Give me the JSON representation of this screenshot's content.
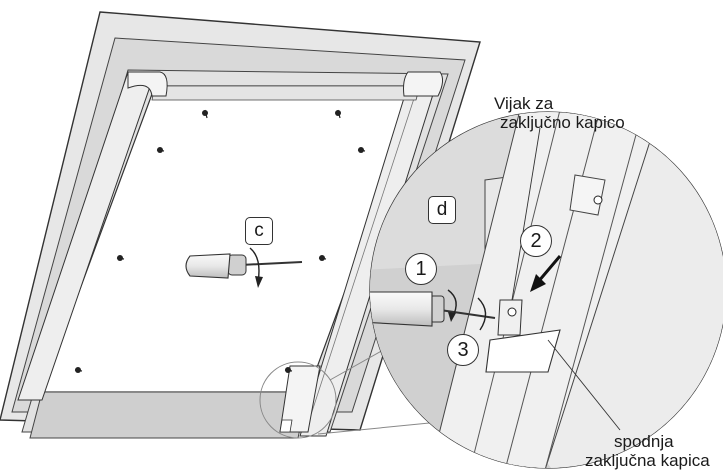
{
  "labels": {
    "step_c": "c",
    "step_d": "d",
    "callout_1": "1",
    "callout_2": "2",
    "callout_3": "3",
    "screw_label_line1": "Vijak za",
    "screw_label_line2": "zaključno kapico",
    "cap_label_line1": "spodnja",
    "cap_label_line2": "zaključna kapica"
  },
  "colors": {
    "frame_fill": "#e6e6e6",
    "frame_dark": "#bdbdbd",
    "stroke": "#333333",
    "panel": "#ffffff"
  }
}
